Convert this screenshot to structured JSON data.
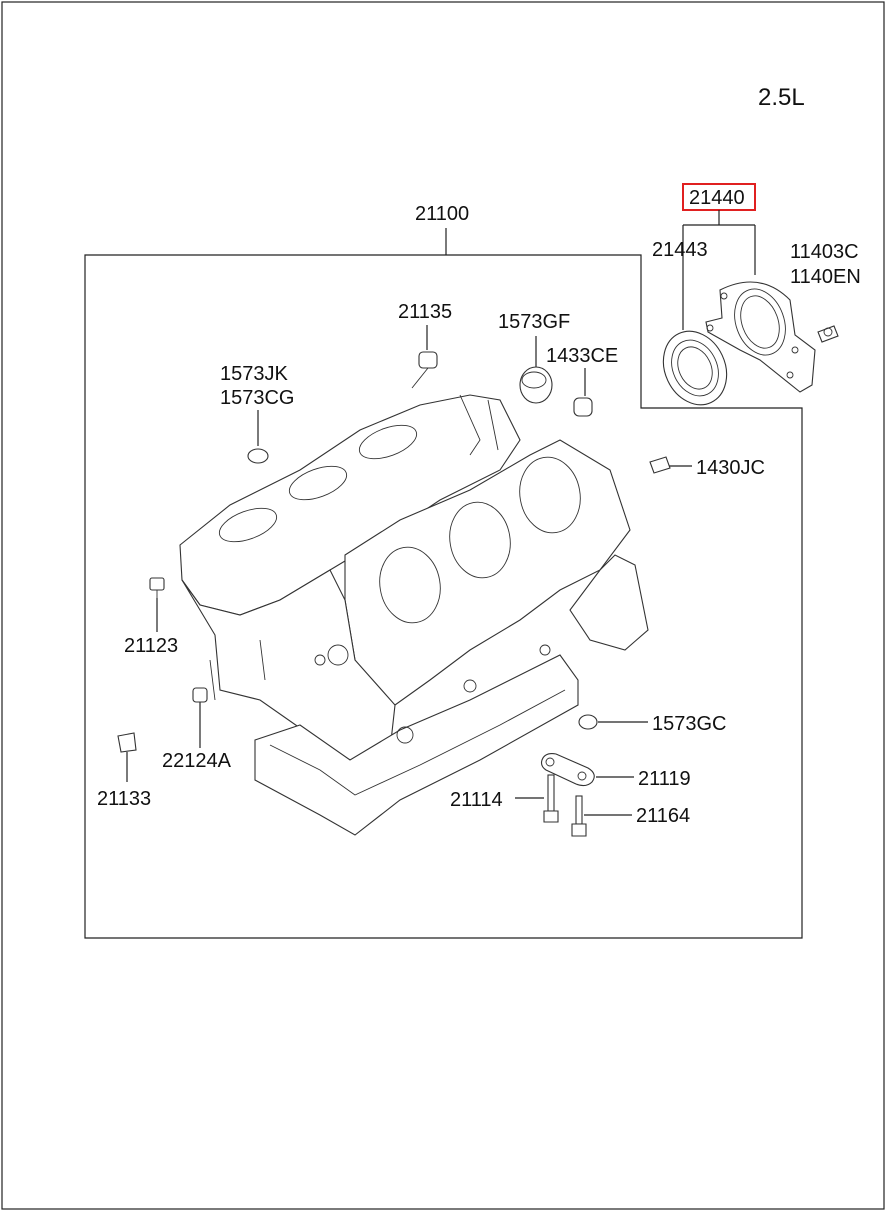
{
  "engine_size": "2.5L",
  "highlight_color": "#e02020",
  "callouts": {
    "assembly": "21100",
    "seal_assembly": "21440",
    "oil_seal": "21443",
    "bolt_a": "11403C",
    "bolt_b": "1140EN",
    "dowel": "21135",
    "plug_gf": "1573GF",
    "plug_jk": "1573JK",
    "plug_cg": "1573CG",
    "pin_ce": "1433CE",
    "pin_jc": "1430JC",
    "plug_21123": "21123",
    "plug_22124a": "22124A",
    "plug_21133": "21133",
    "plug_gc": "1573GC",
    "bracket": "21119",
    "bolt_21114": "21114",
    "bolt_21164": "21164"
  }
}
